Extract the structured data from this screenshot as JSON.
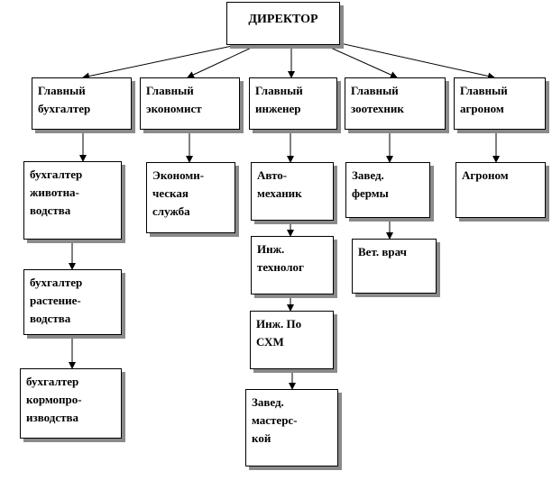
{
  "nodes": {
    "director": "ДИРЕКТОР",
    "chief_accountant": "Главный\nбухгалтер",
    "chief_economist": "Главный\nэкономист",
    "chief_engineer": "Главный\nинженер",
    "chief_zootechnician": "Главный\nзоотехник",
    "chief_agronomist": "Главный\nагроном",
    "accountant_livestock": "бухгалтер\nживотна-\nводства",
    "accountant_crop": "бухгалтер\nрастение-\nводства",
    "accountant_feed": "бухгалтер\nкормопро-\nизводства",
    "economic_service": "Экономи-\nческая\nслужба",
    "auto_mechanic": "Авто-\nмеханик",
    "engineer_technologist": "Инж.\nтехнолог",
    "engineer_agri_machinery": "Инж. По\nСХМ",
    "workshop_head": "Завед.\nмастерс-\nкой",
    "farm_head": "Завед.\nфермы",
    "veterinarian": "Вет. врач",
    "agronomist": "Агроном"
  }
}
